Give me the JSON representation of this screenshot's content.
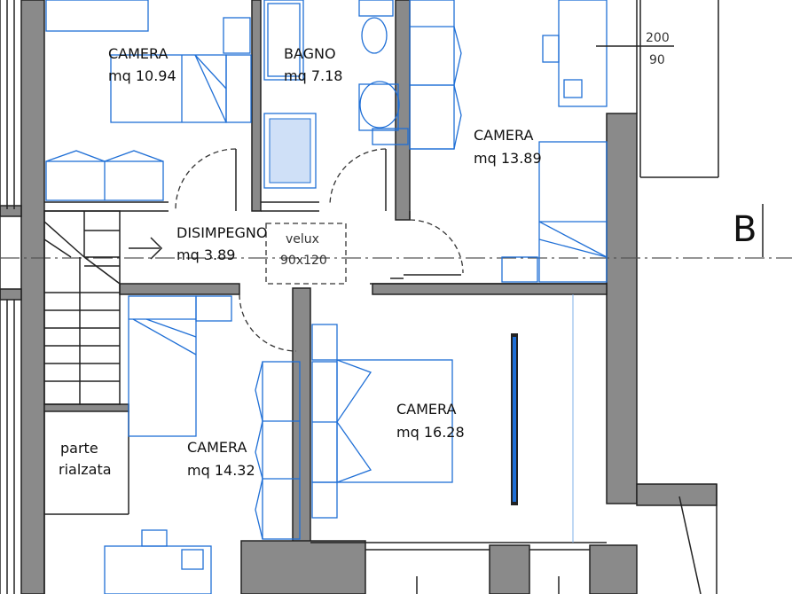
{
  "rooms": {
    "camera_top_left": {
      "name": "CAMERA",
      "area": "mq 10.94"
    },
    "bagno": {
      "name": "BAGNO",
      "area": "mq 7.18"
    },
    "camera_right": {
      "name": "CAMERA",
      "area": "mq 13.89"
    },
    "disimpegno": {
      "name": "DISIMPEGNO",
      "area": "mq 3.89"
    },
    "camera_center": {
      "name": "CAMERA",
      "area": "mq 16.28"
    },
    "camera_bottom_left": {
      "name": "CAMERA",
      "area": "mq 14.32"
    },
    "parte_rialzata": {
      "line1": "parte",
      "line2": "rialzata"
    }
  },
  "velux": {
    "name": "velux",
    "size": "90x120"
  },
  "dimension_box": {
    "top": "200",
    "bottom": "90"
  },
  "section_marker": "B",
  "colors": {
    "wall": "#8a8a8a",
    "furniture": "#1f6fd6",
    "line": "#222222"
  }
}
